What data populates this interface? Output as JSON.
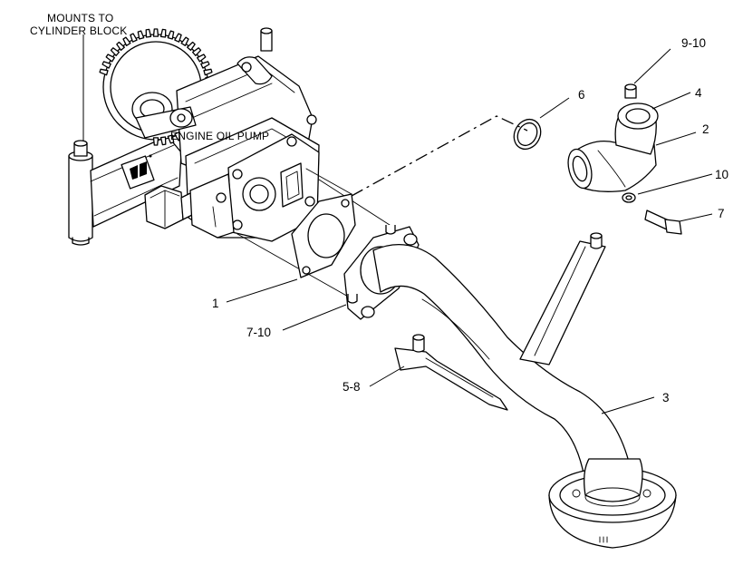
{
  "labels": {
    "mounts_line1": "MOUNTS TO",
    "mounts_line2": "CYLINDER BLOCK",
    "engine_oil_pump": "ENGINE OIL PUMP",
    "callout_9_10": "9-10",
    "callout_4": "4",
    "callout_6": "6",
    "callout_2": "2",
    "callout_10": "10",
    "callout_7": "7",
    "callout_1": "1",
    "callout_7_10": "7-10",
    "callout_5_8": "5-8",
    "callout_3": "3"
  }
}
